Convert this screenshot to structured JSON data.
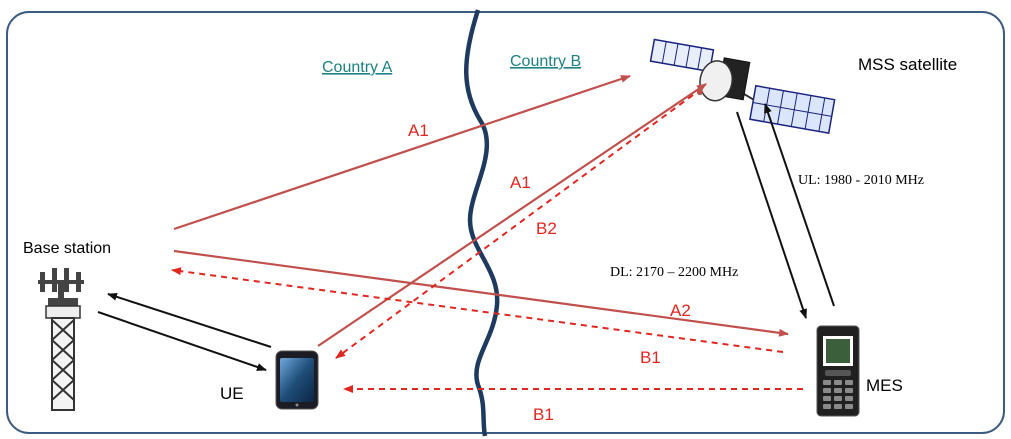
{
  "regions": {
    "country_a": "Country A",
    "country_b": "Country B"
  },
  "nodes": {
    "satellite": "MSS satellite",
    "base_station": "Base station",
    "ue": "UE",
    "mes": "MES"
  },
  "bands": {
    "uplink": "UL: 1980 - 2010 MHz",
    "downlink": "DL: 2170 – 2200 MHz"
  },
  "links": {
    "a1_top": "A1",
    "a1_mid": "A1",
    "b2": "B2",
    "a2": "A2",
    "b1_upper": "B1",
    "b1_lower": "B1"
  },
  "colors": {
    "frame": "#3d5a80",
    "border_river": "#1f3a5f",
    "country_label": "#1e8080",
    "interference": "#c0504d",
    "dashed": "#e0271f",
    "label_red": "#e0271f",
    "black_link": "#111111"
  },
  "icons": {
    "satellite": "satellite-icon",
    "base_station": "cell-tower-icon",
    "ue": "smartphone-icon",
    "mes": "feature-phone-icon"
  }
}
